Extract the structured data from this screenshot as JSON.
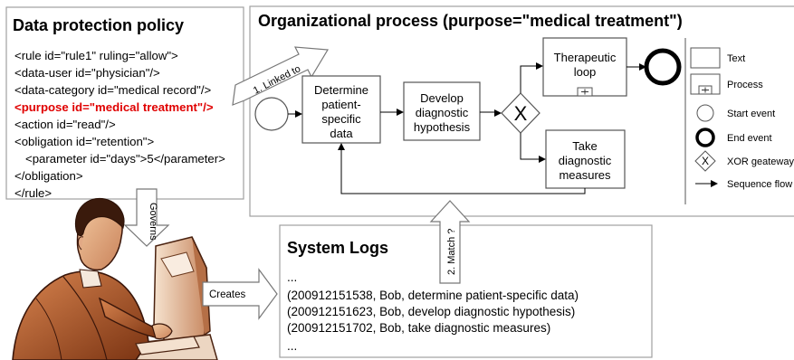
{
  "policy": {
    "title": "Data protection policy",
    "lines": [
      "<rule id=\"rule1\" ruling=\"allow\">",
      "<data-user id=\"physician\"/>",
      "<data-category id=\"medical record\"/>",
      "<purpose id=\"medical treatment\"/>",
      "<action id=\"read\"/>",
      "<obligation id=\"retention\">",
      "<parameter id=\"days\">5</parameter>",
      "</obligation>",
      "</rule>"
    ],
    "highlight_color": "#e00000"
  },
  "process": {
    "title": "Organizational process (purpose=\"medical treatment\")",
    "determine": [
      "Determine",
      "patient-",
      "specific",
      "data"
    ],
    "develop": [
      "Develop",
      "diagnostic",
      "hypothesis"
    ],
    "therapeutic": [
      "Therapeutic",
      "loop"
    ],
    "take": [
      "Take",
      "diagnostic",
      "measures"
    ],
    "xor_symbol": "X"
  },
  "legend": {
    "text": "Text",
    "process": "Process",
    "start": "Start event",
    "end": "End event",
    "xor": "XOR geateway",
    "xor_symbol": "X",
    "flow": "Sequence flow"
  },
  "arrows": {
    "linked": "1. Linked to",
    "governs": "Governs",
    "creates": "Creates",
    "match": "2. Match ?"
  },
  "logs": {
    "title": "System Logs",
    "lines": [
      "...",
      "(200912151538, Bob, determine patient-specific data)",
      "(200912151623, Bob, develop diagnostic hypothesis)",
      "(200912151702, Bob, take diagnostic measures)",
      "..."
    ]
  }
}
